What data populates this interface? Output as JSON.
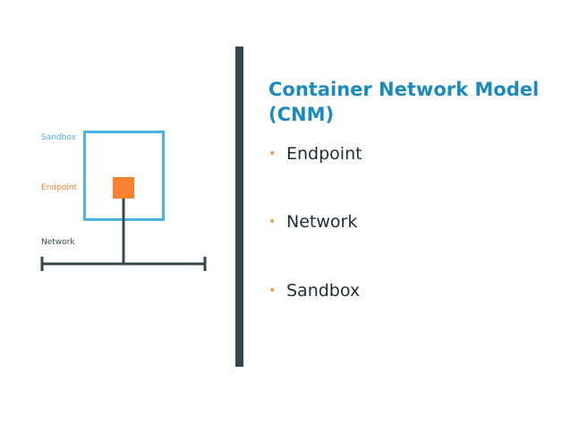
{
  "colors": {
    "accent_blue": "#1a8bbf",
    "sandbox_blue": "#4db3e6",
    "endpoint_orange": "#f58231",
    "network_dark": "#37474f",
    "bullet_orange": "#f2994a"
  },
  "diagram": {
    "sandbox_label": "Sandbox",
    "endpoint_label": "Endpoint",
    "network_label": "Network"
  },
  "slide": {
    "title_line1": "Container Network Model",
    "title_line2": "(CNM)",
    "bullets": [
      {
        "label": "Endpoint"
      },
      {
        "label": "Network"
      },
      {
        "label": "Sandbox"
      }
    ]
  }
}
